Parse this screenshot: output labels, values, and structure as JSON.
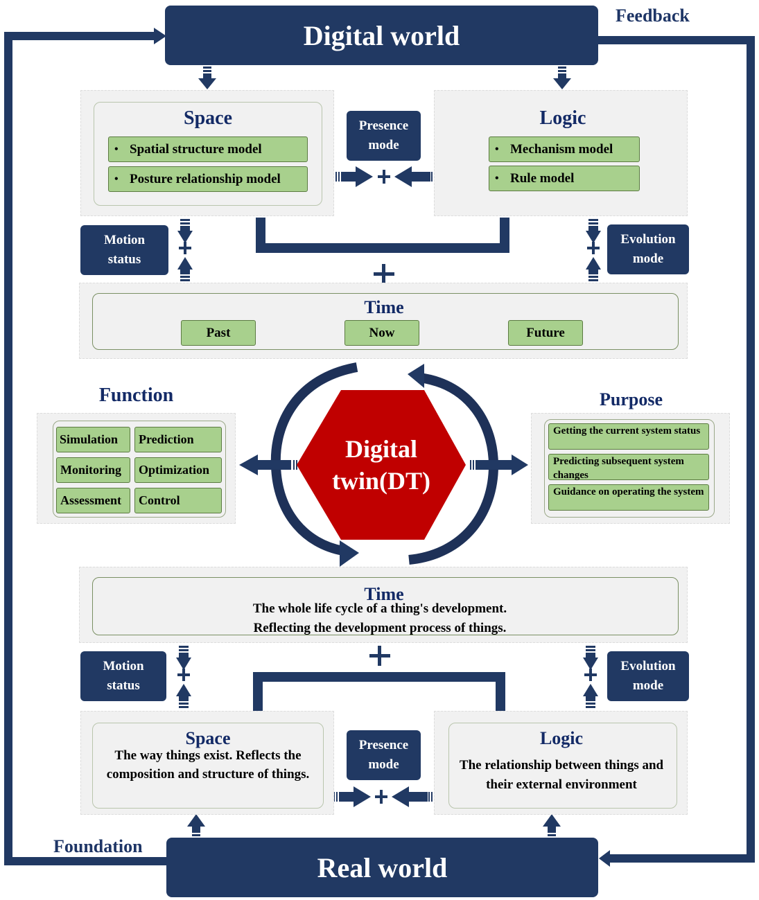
{
  "digital_world": {
    "label": "Digital world"
  },
  "real_world": {
    "label": "Real world"
  },
  "feedback_label": "Feedback",
  "foundation_label": "Foundation",
  "digital_layer": {
    "space": {
      "title": "Space",
      "items": [
        "Spatial structure model",
        "Posture relationship model"
      ]
    },
    "logic": {
      "title": "Logic",
      "items": [
        "Mechanism model",
        "Rule model"
      ]
    },
    "presence_mode": "Presence\nmode",
    "motion_status": "Motion\nstatus",
    "evolution_mode": "Evolution\nmode",
    "time": {
      "title": "Time",
      "stages": [
        "Past",
        "Now",
        "Future"
      ]
    }
  },
  "center": {
    "label_line1": "Digital",
    "label_line2": "twin(DT)",
    "function": {
      "title": "Function",
      "items": [
        "Simulation",
        "Prediction",
        "Monitoring",
        "Optimization",
        "Assessment",
        "Control"
      ]
    },
    "purpose": {
      "title": "Purpose",
      "items": [
        "Getting the current system status",
        "Predicting subsequent system changes",
        "Guidance on operating the system"
      ]
    }
  },
  "real_layer": {
    "time": {
      "title": "Time",
      "line1": "The whole life cycle of a thing's development.",
      "line2": "Reflecting the development process of things."
    },
    "motion_status": "Motion\nstatus",
    "evolution_mode": "Evolution\nmode",
    "space": {
      "title": "Space",
      "desc": "The way things exist. Reflects the composition and structure of things."
    },
    "logic": {
      "title": "Logic",
      "desc": "The relationship between things and their external environment"
    },
    "presence_mode": "Presence\nmode"
  },
  "colors": {
    "navy": "#213963",
    "red": "#c00000",
    "green": "#a8d08d",
    "panel": "#f1f1f1"
  }
}
